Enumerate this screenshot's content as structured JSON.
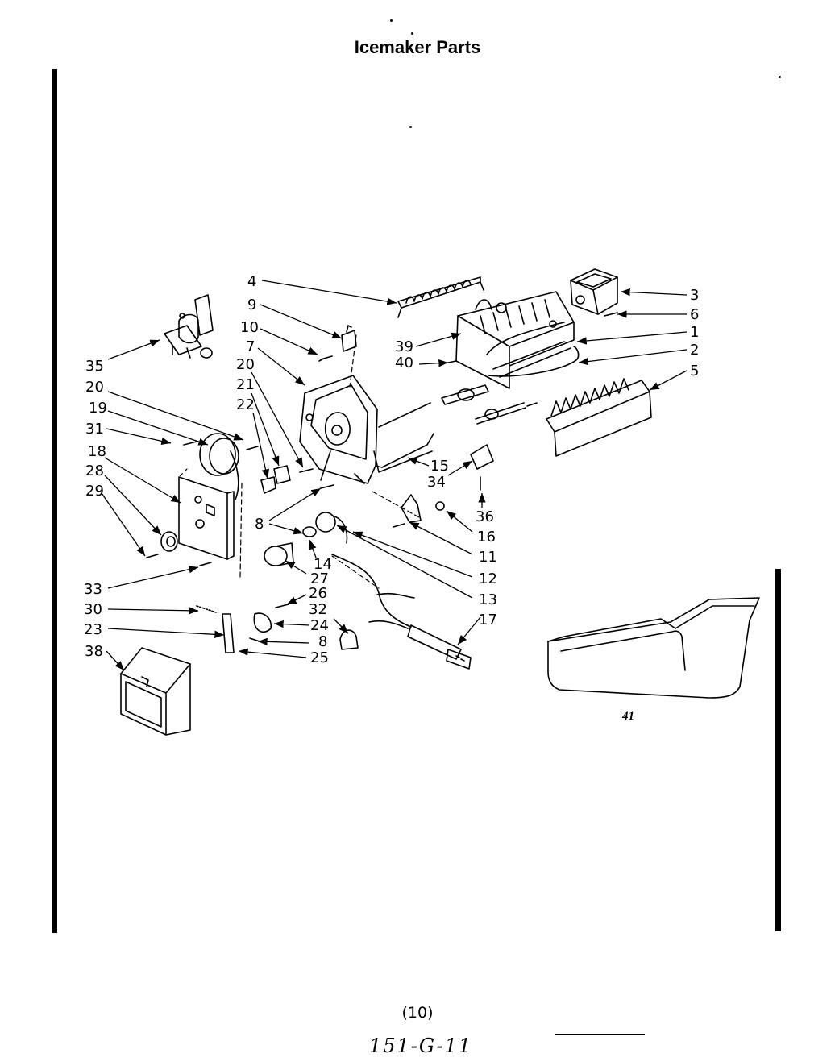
{
  "title": "Icemaker Parts",
  "page_number": "(10)",
  "handwritten_note": "151-G-11",
  "part_labels": {
    "p1": "1",
    "p2": "2",
    "p3": "3",
    "p4": "4",
    "p5": "5",
    "p6": "6",
    "p7": "7",
    "p8a": "8",
    "p8b": "8",
    "p9": "9",
    "p10": "10",
    "p11": "11",
    "p12": "12",
    "p13": "13",
    "p14": "14",
    "p15": "15",
    "p16": "16",
    "p17": "17",
    "p18": "18",
    "p19": "19",
    "p20a": "20",
    "p20b": "20",
    "p21": "21",
    "p22": "22",
    "p23": "23",
    "p24": "24",
    "p25": "25",
    "p26": "26",
    "p27": "27",
    "p28": "28",
    "p29": "29",
    "p30": "30",
    "p31": "31",
    "p32": "32",
    "p33": "33",
    "p34": "34",
    "p35": "35",
    "p36": "36",
    "p38": "38",
    "p39": "39",
    "p40": "40",
    "p41": "41"
  }
}
